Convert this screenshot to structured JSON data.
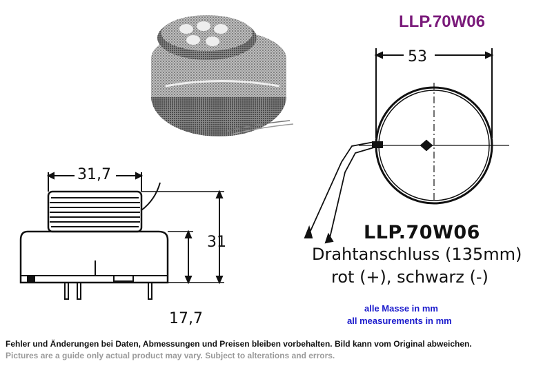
{
  "header": {
    "model_title": "LLP.70W06",
    "title_color": "#7a1a7a"
  },
  "photo": {
    "icon": "buzzer-photo-icon"
  },
  "side_view": {
    "dim_top": "31,7",
    "dim_height": "31",
    "dim_bottom": "17,7"
  },
  "top_view": {
    "dim_diameter": "53"
  },
  "specs": {
    "model": "LLP.70W06",
    "wire": "Drahtanschluss (135mm)",
    "colors": "rot (+), schwarz (-)"
  },
  "measurements": {
    "german": "alle Masse in mm",
    "english": "all measurements in mm",
    "color": "#1a1acc"
  },
  "disclaimer": {
    "german": "Fehler und Änderungen bei Daten, Abmessungen und Preisen bleiben vorbehalten. Bild kann vom Original abweichen.",
    "english": "Pictures are a guide only actual product may vary. Subject to alterations and errors.",
    "english_color": "#9a9a9a"
  }
}
